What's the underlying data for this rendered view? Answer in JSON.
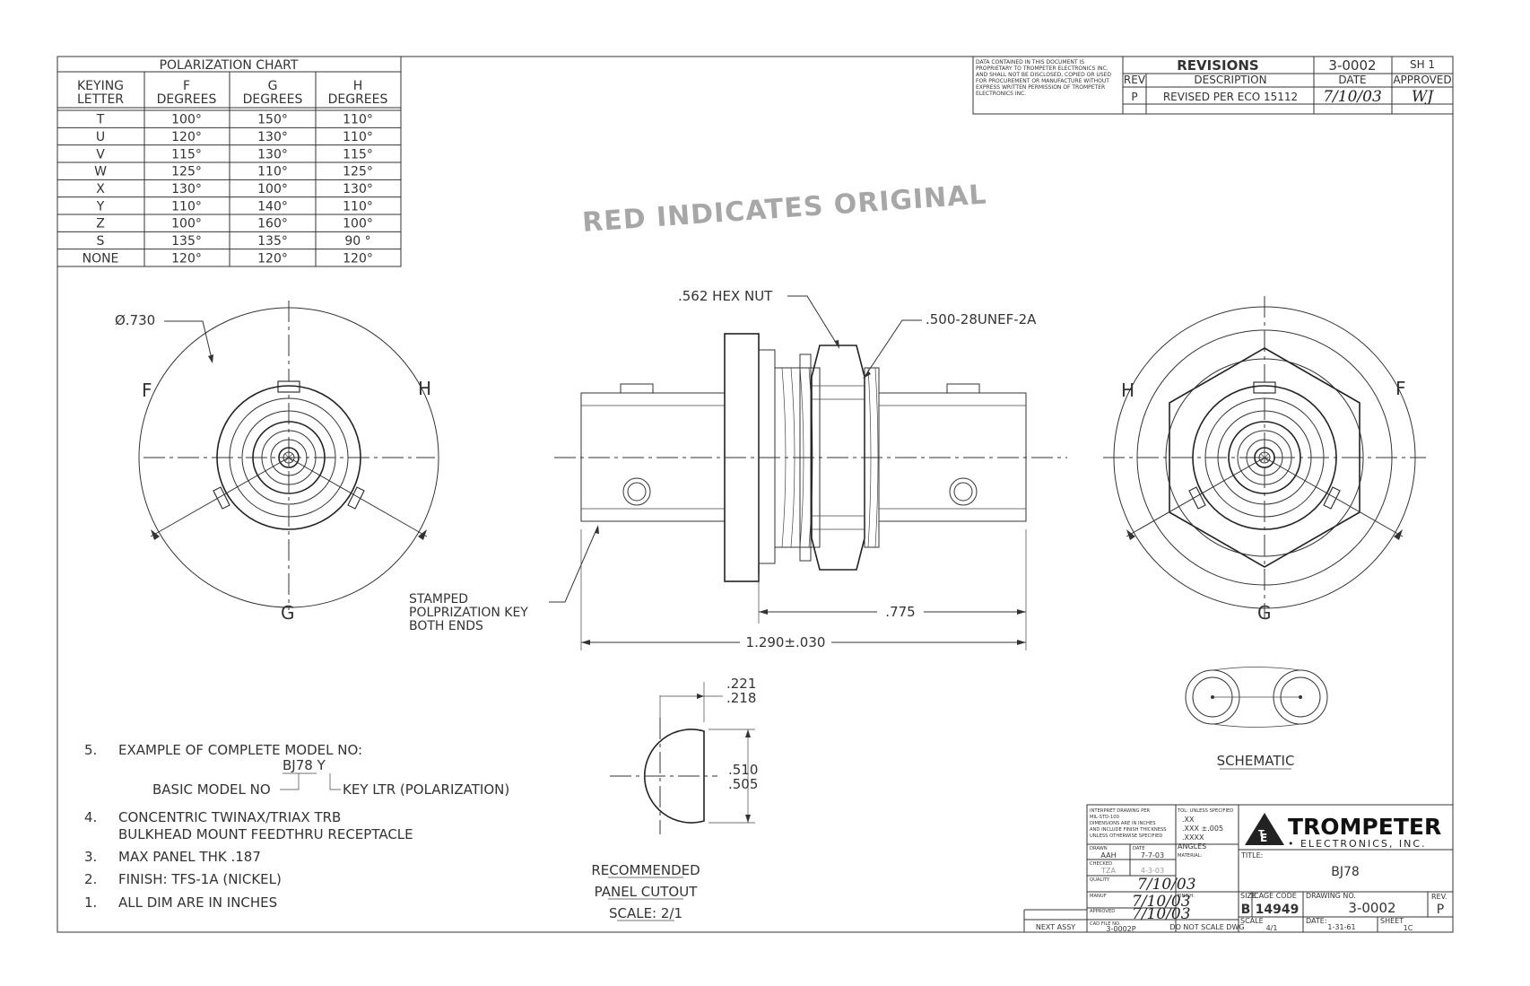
{
  "polarization_chart": {
    "title": "POLARIZATION CHART",
    "headers": [
      [
        "KEYING",
        "LETTER"
      ],
      [
        "F",
        "DEGREES"
      ],
      [
        "G",
        "DEGREES"
      ],
      [
        "H",
        "DEGREES"
      ]
    ],
    "rows": [
      [
        "T",
        "100°",
        "150°",
        "110°"
      ],
      [
        "U",
        "120°",
        "130°",
        "110°"
      ],
      [
        "V",
        "115°",
        "130°",
        "115°"
      ],
      [
        "W",
        "125°",
        "110°",
        "125°"
      ],
      [
        "X",
        "130°",
        "100°",
        "130°"
      ],
      [
        "Y",
        "110°",
        "140°",
        "110°"
      ],
      [
        "Z",
        "100°",
        "160°",
        "100°"
      ],
      [
        "S",
        "135°",
        "135°",
        "90 °"
      ],
      [
        "NONE",
        "120°",
        "120°",
        "120°"
      ]
    ]
  },
  "proprietary_notice": [
    "DATA CONTAINED IN THIS DOCUMENT IS",
    "PROPRIETARY TO TROMPETER ELECTRONICS INC.",
    "AND SHALL NOT BE DISCLOSED, COPIED OR USED",
    "FOR PROCUREMENT OR MANUFACTURE WITHOUT",
    "EXPRESS WRITTEN PERMISSION OF TROMPETER",
    "ELECTRONICS INC."
  ],
  "revisions": {
    "title": "REVISIONS",
    "doc_no": "3-0002",
    "sheet": "SH 1",
    "col_rev": "REV",
    "col_desc": "DESCRIPTION",
    "col_date": "DATE",
    "col_approved": "APPROVED",
    "rows": [
      {
        "rev": "P",
        "desc": "REVISED PER ECO 15112",
        "date": "7/10/03",
        "approved": "WJ"
      }
    ]
  },
  "stamp": "RED INDICATES ORIGINAL",
  "dimensions": {
    "dia": "Ø.730",
    "hex": ".562 HEX NUT",
    "thread": ".500-28UNEF-2A",
    "len1": ".775",
    "len2": "1.290±.030",
    "cut_a1": ".221",
    "cut_a2": ".218",
    "cut_b1": ".510",
    "cut_b2": ".505"
  },
  "key_labels": {
    "f": "F",
    "g": "G",
    "h": "H"
  },
  "stamped_key": [
    "STAMPED",
    "POLPRIZATION KEY",
    "BOTH ENDS"
  ],
  "cutout_caption": [
    "RECOMMENDED",
    "PANEL CUTOUT",
    "SCALE: 2/1"
  ],
  "schematic_label": "SCHEMATIC",
  "notes": {
    "n5": "5.",
    "n5_text": "EXAMPLE OF COMPLETE MODEL NO:",
    "model_example": "BJ78 Y",
    "basic_label": "BASIC MODEL NO",
    "key_ltr_label": "KEY LTR (POLARIZATION)",
    "n4": "4.",
    "n4_line1": "CONCENTRIC TWINAX/TRIAX TRB",
    "n4_line2": "BULKHEAD MOUNT FEEDTHRU RECEPTACLE",
    "n3": "3.",
    "n3_text": "MAX PANEL THK .187",
    "n2": "2.",
    "n2_text": "FINISH: TFS-1A (NICKEL)",
    "n1": "1.",
    "n1_text": "ALL DIM ARE IN INCHES"
  },
  "title_block": {
    "interpret": [
      "INTERPRET DRAWING PER",
      "MIL-STD-100",
      "DIMENSIONS ARE IN INCHES",
      "AND INCLUDE FINISH THICKNESS",
      "UNLESS OTHERWISE SPECIFIED"
    ],
    "tol_header": "TOL: UNLESS SPECIFIED",
    "tol_lines": [
      ".XX",
      ".XXX  ±.005",
      ".XXXX",
      "ANGLES"
    ],
    "drawn_label": "DRAWN",
    "drawn_by": "AAH",
    "date_label": "DATE",
    "drawn_date": "7-7-03",
    "material_label": "MATERIAL:",
    "checked_label": "CHECKED",
    "checked_by": "TZA",
    "checked_date": "4-3-03",
    "quality_label": "QUALITY",
    "quality_sig": "7/10/03",
    "finish_label": "FINISH:",
    "mfg_label": "MANUF",
    "mfg_sig": "7/10/03",
    "approved_label": "APPROVED",
    "approved_sig": "7/10/03",
    "cad_label": "CAD FILE NO.",
    "cad_file": "3-0002P",
    "next_assy": "NEXT ASSY",
    "no_scale": "DO NOT SCALE DWG",
    "company": "TROMPETER",
    "company_sub": "• ELECTRONICS, INC.",
    "title_label": "TITLE:",
    "title": "BJ78",
    "size_label": "SIZE",
    "size": "B",
    "cage_label": "CAGE CODE",
    "cage": "14949",
    "dwg_label": "DRAWING NO.",
    "dwg_no": "3-0002",
    "rev_label": "REV.",
    "rev": "P",
    "scale_label": "SCALE",
    "scale": "4/1",
    "date2_label": "DATE:",
    "date2": "1-31-61",
    "sheet_label": "SHEET",
    "sheet_of": "1C"
  }
}
